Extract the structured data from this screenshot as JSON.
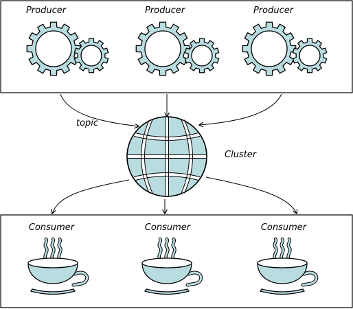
{
  "producers": [
    {
      "label": "Producer"
    },
    {
      "label": "Producer"
    },
    {
      "label": "Producer"
    }
  ],
  "consumers": [
    {
      "label": "Consumer"
    },
    {
      "label": "Consumer"
    },
    {
      "label": "Consumer"
    }
  ],
  "cluster_label": "Cluster",
  "topic_label": "topic",
  "colors": {
    "fill": "#b9dce0",
    "stroke": "#000000",
    "background": "#ffffff"
  },
  "icons": {
    "producer": "gears-icon",
    "cluster": "globe-icon",
    "consumer": "steaming-cup-icon"
  }
}
